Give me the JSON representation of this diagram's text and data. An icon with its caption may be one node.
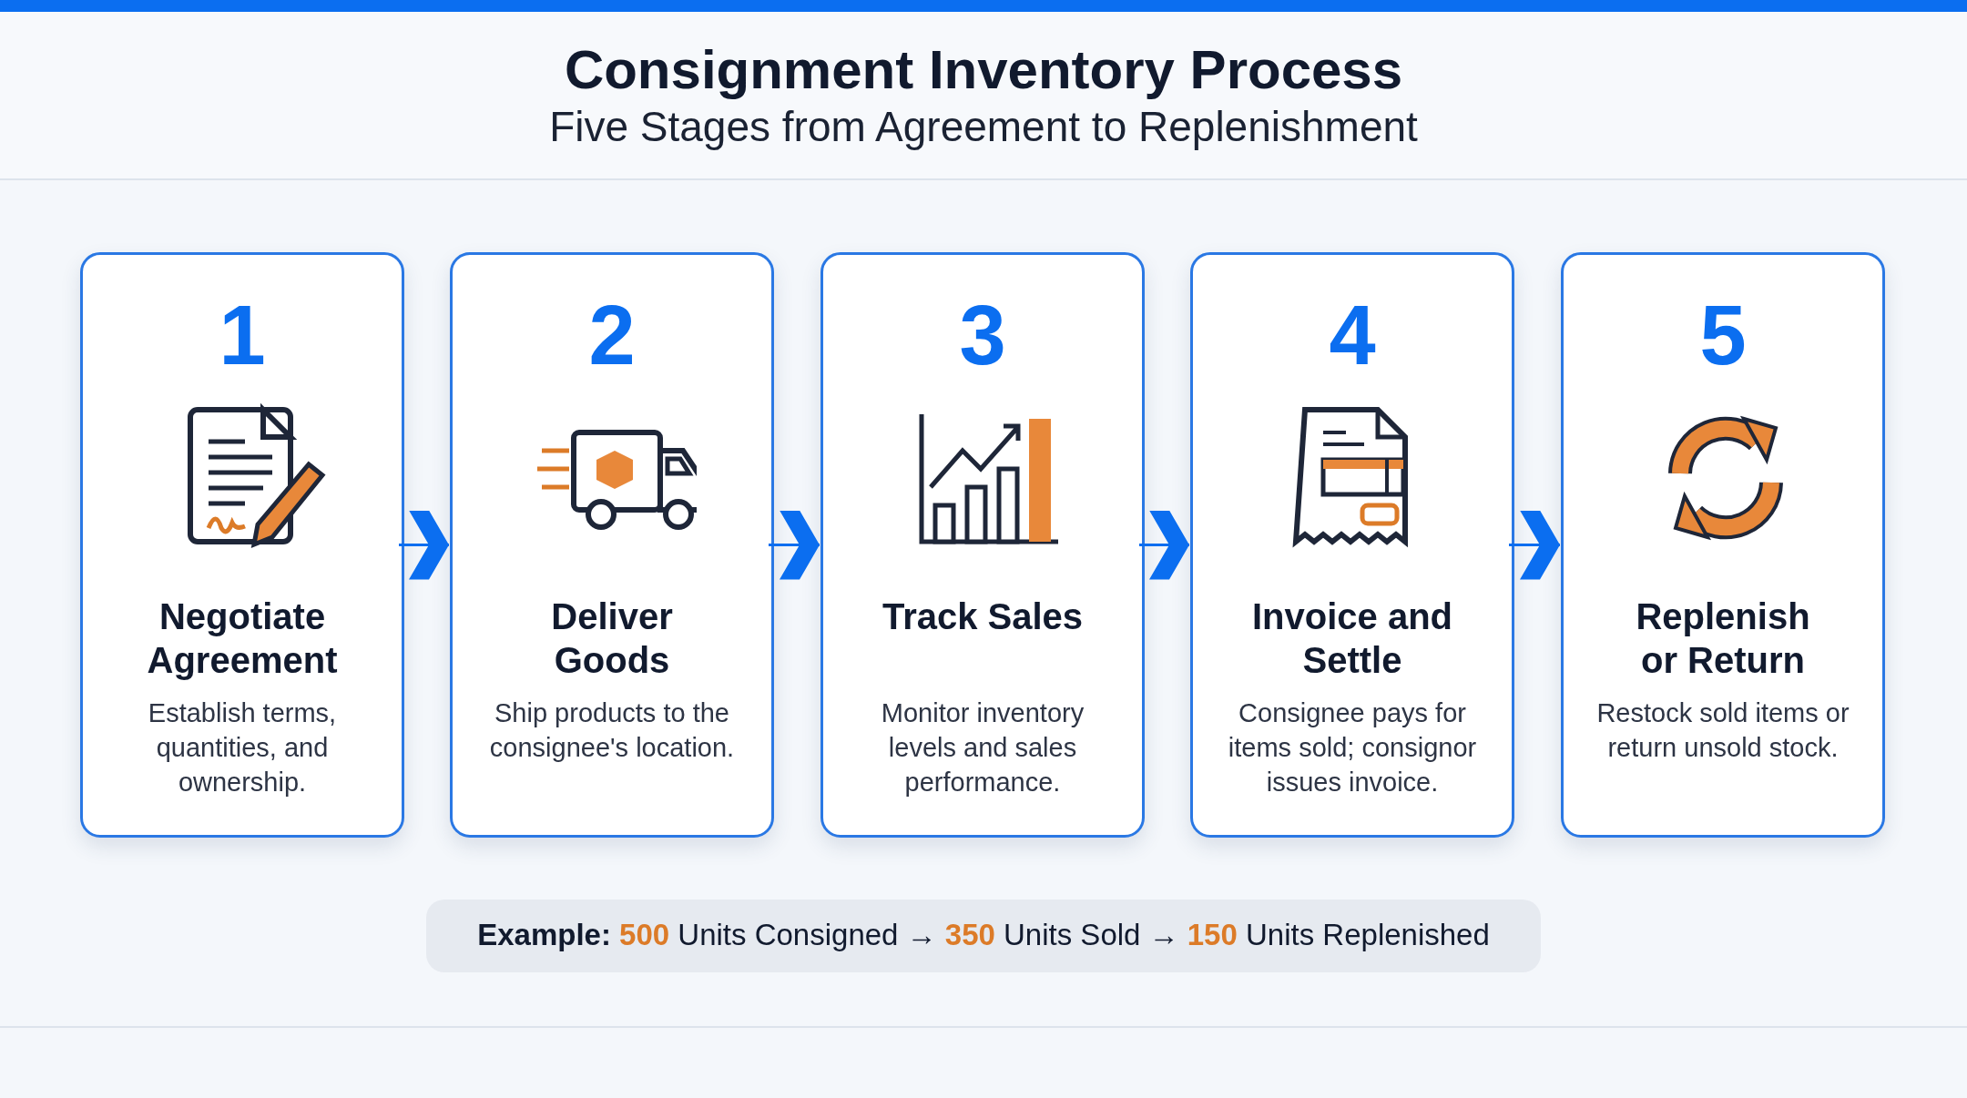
{
  "diagram": {
    "title": "Consignment Inventory Process",
    "caption": "Five Stages from Agreement to Replenishment",
    "nodes": [
      {
        "text": [
          "1",
          "Negotiate Agreement",
          "Establish terms, quantities, and ownership."
        ]
      },
      {
        "text": [
          "2",
          "Deliver Goods",
          "Ship products to the consignee's location."
        ]
      },
      {
        "text": [
          "3",
          "Track Sales",
          "Monitor inventory levels and sales performance."
        ]
      },
      {
        "text": [
          "4",
          "Invoice and Settle",
          "Consignee pays for items sold; consignor issues invoice."
        ]
      },
      {
        "text": [
          "5",
          "Replenish or Return",
          "Restock sold items or return unsold stock."
        ]
      }
    ],
    "edges": [
      {
        "from": 0,
        "to": 1,
        "arrow": "to"
      },
      {
        "from": 1,
        "to": 2,
        "arrow": "to"
      },
      {
        "from": 2,
        "to": 3,
        "arrow": "to"
      },
      {
        "from": 3,
        "to": 4,
        "arrow": "to"
      }
    ],
    "labels": [
      "**Example:** **500** Units Consigned → **350** Units Sold → **150** Units Replenished"
    ]
  }
}
